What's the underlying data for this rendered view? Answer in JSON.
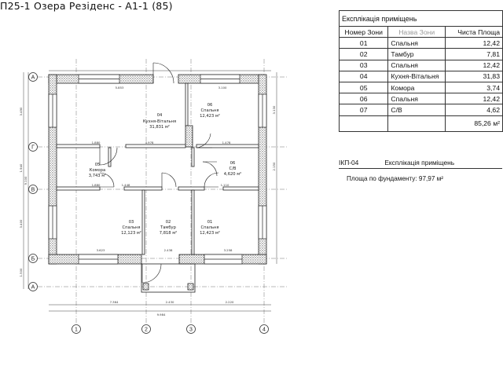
{
  "title": "П25-1 Озера Резіденс - А1-1 (85)",
  "table": {
    "caption": "Експлікація приміщень",
    "headers": [
      "Номер Зони",
      "Назва Зони",
      "Чиста Площа"
    ],
    "rows": [
      {
        "num": "01",
        "name": "Спальня",
        "area": "12,42"
      },
      {
        "num": "02",
        "name": "Тамбур",
        "area": "7,81"
      },
      {
        "num": "03",
        "name": "Спальня",
        "area": "12,42"
      },
      {
        "num": "04",
        "name": "Кухня-Вітальня",
        "area": "31,83"
      },
      {
        "num": "05",
        "name": "Комора",
        "area": "3,74"
      },
      {
        "num": "06",
        "name": "Спальня",
        "area": "12,42"
      },
      {
        "num": "07",
        "name": "С/В",
        "area": "4,62"
      }
    ],
    "total": "85,26 м²"
  },
  "ikp": {
    "code": "ІКП-04",
    "label": "Експлікація приміщень"
  },
  "foundation_area": "Площа по фундаменту: 97,97 м²",
  "rooms": {
    "r04": {
      "num": "04",
      "name": "Кухня-Вітальня",
      "area": "31,831 м²"
    },
    "r06top": {
      "num": "06",
      "name": "Спальня",
      "area": "12,423 м²"
    },
    "r05": {
      "num": "05",
      "name": "Комора",
      "area": "3,743 м²"
    },
    "r06sv": {
      "num": "06",
      "name": "С/В",
      "area": "4,620 м²"
    },
    "r03": {
      "num": "03",
      "name": "Спальня",
      "area": "12,123 м²"
    },
    "r02": {
      "num": "02",
      "name": "Тамбур",
      "area": "7,818 м²"
    },
    "r01": {
      "num": "01",
      "name": "Спальня",
      "area": "12,423 м²"
    }
  },
  "axes": {
    "rows": [
      "А",
      "Г",
      "В",
      "Б",
      "А"
    ],
    "cols": [
      "1",
      "2",
      "3",
      "4"
    ]
  },
  "dims": {
    "top1": "5.853",
    "top2": "3.100",
    "mid1": "1.880",
    "mid2": "4.978",
    "mid3": "1.478",
    "low1": "1.880",
    "low2": "1.448",
    "low3": "1.110",
    "bot1": "3.623",
    "bot2": "2.438",
    "bot3": "3.258",
    "out1": "7.364",
    "out2": "2.430",
    "out3": "2.220",
    "overall": "9.984",
    "left1": "3.490",
    "left2": "1.940",
    "left3": "3.400",
    "left4": "1.500",
    "left_total": "9.100",
    "right1": "3.130",
    "right2": "2.150"
  },
  "colors": {
    "hatch": "#555555",
    "line": "#222222",
    "axis": "#666666"
  }
}
